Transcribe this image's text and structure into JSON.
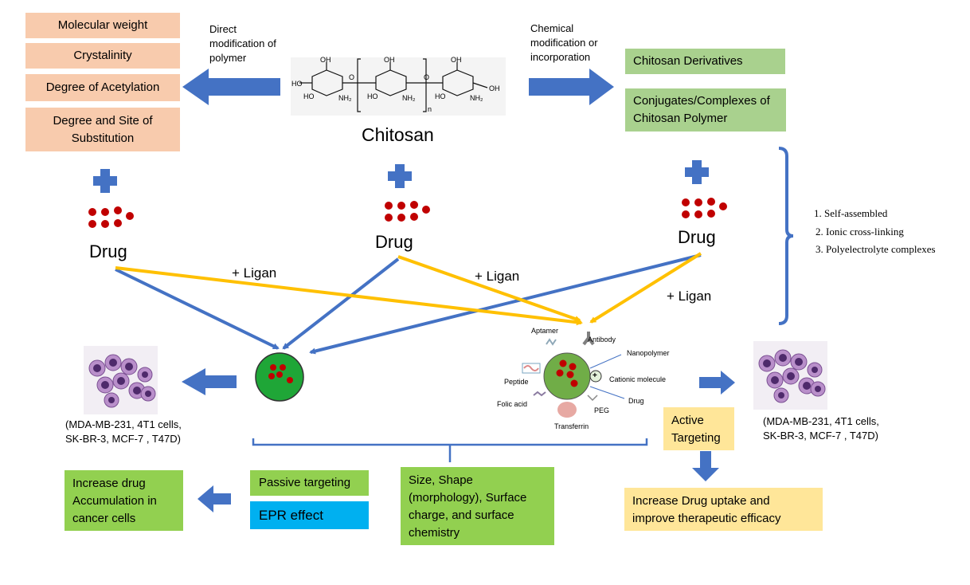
{
  "properties": [
    "Molecular weight",
    "Crystalinity",
    "Degree of Acetylation",
    "Degree and Site of Substitution"
  ],
  "direct_mod": "Direct modification of polymer",
  "chemical_mod": "Chemical modification or incorporation",
  "chitosan_label": "Chitosan",
  "structure": {
    "oh": "OH",
    "ho": "HO",
    "nh2": "NH₂",
    "o": "O",
    "n": "n"
  },
  "derivatives": "Chitosan Derivatives",
  "conjugates": "Conjugates/Complexes of Chitosan Polymer",
  "drug_label": "Drug",
  "ligan_label": "+ Ligan",
  "methods": [
    "1. Self-assembled",
    "2. Ionic cross-linking",
    "3. Polyelectrolyte complexes"
  ],
  "cell_lines": "(MDA-MB-231, 4T1 cells, SK-BR-3, MCF-7 , T47D)",
  "nano_labels": {
    "aptamer": "Aptamer",
    "antibody": "Antibody",
    "nanopolymer": "Nanopolymer",
    "peptide": "Peptide",
    "cationic": "Cationic molecule",
    "plus": "+",
    "drug": "Drug",
    "folic": "Folic acid",
    "peg": "PEG",
    "transferrin": "Transferrin"
  },
  "passive": "Passive targeting",
  "epr": "EPR effect",
  "size_shape": "Size, Shape (morphology), Surface charge, and surface chemistry",
  "accumulation": "Increase drug Accumulation in cancer cells",
  "active": "Active Targeting",
  "uptake": "Increase Drug uptake and improve therapeutic efficacy",
  "colors": {
    "blue": "#4472c4",
    "yellow": "#ffc000",
    "peach": "#f8cbad",
    "green_light": "#a9d18e",
    "green": "#92d050",
    "cyan": "#00b0f0",
    "pale_yellow": "#ffe699",
    "red": "#c00000",
    "particle_green": "#1fa637"
  }
}
